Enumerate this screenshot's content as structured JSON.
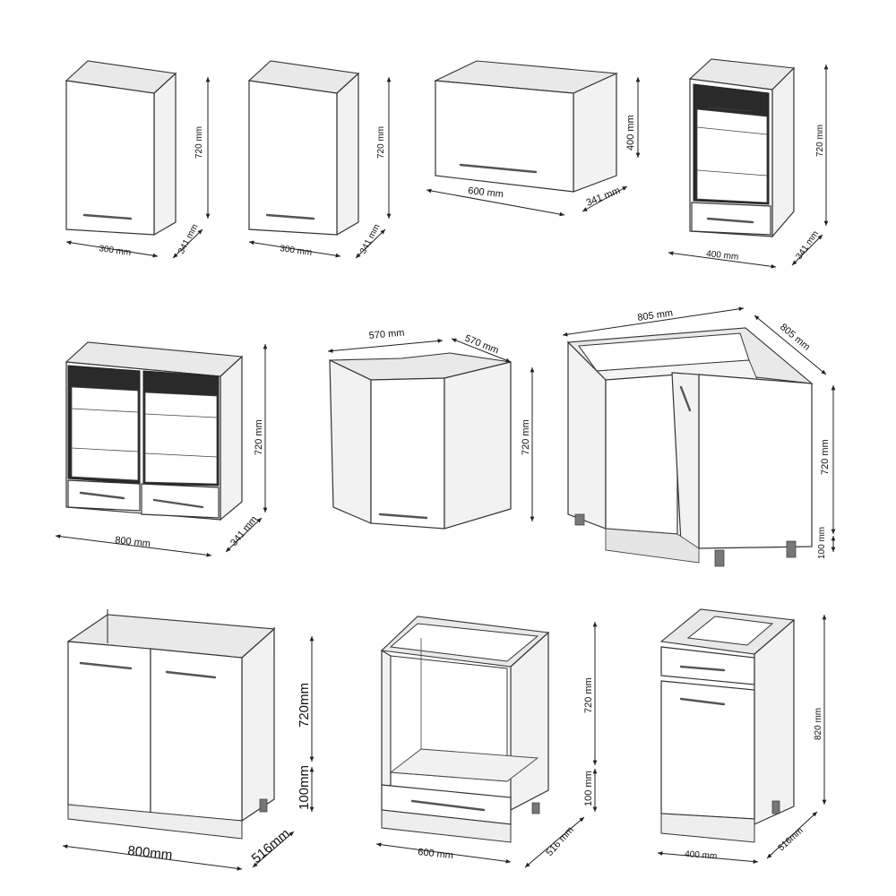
{
  "cabinets": [
    {
      "name": "wall-cabinet-300-a",
      "width": "300 mm",
      "depth": "341 mm",
      "height": "720 mm"
    },
    {
      "name": "wall-cabinet-300-b",
      "width": "300 mm",
      "depth": "341 mm",
      "height": "720 mm"
    },
    {
      "name": "wall-cabinet-600-flap",
      "width": "600 mm",
      "depth": "341 mm",
      "height": "400 mm"
    },
    {
      "name": "wall-cabinet-400-open",
      "width": "400 mm",
      "depth": "341 mm",
      "height": "720 mm"
    },
    {
      "name": "wall-cabinet-800-open",
      "width": "800 mm",
      "depth": "341 mm",
      "height": "720 mm"
    },
    {
      "name": "corner-wall-cabinet",
      "width": "570 mm",
      "depth": "570 mm",
      "height": "720 mm"
    },
    {
      "name": "corner-base-cabinet",
      "width": "805 mm",
      "depth": "805 mm",
      "height": "720 mm",
      "plinth": "100 mm"
    },
    {
      "name": "sink-base-cabinet",
      "width": "800mm",
      "depth": "516mm",
      "height": "720mm",
      "plinth": "100mm"
    },
    {
      "name": "oven-base-cabinet",
      "width": "600 mm",
      "depth": "516 mm",
      "height": "720 mm",
      "plinth": "100 mm"
    },
    {
      "name": "drawer-base-cabinet",
      "width": "400 mm",
      "depth": "516mm",
      "height": "820 mm"
    }
  ]
}
